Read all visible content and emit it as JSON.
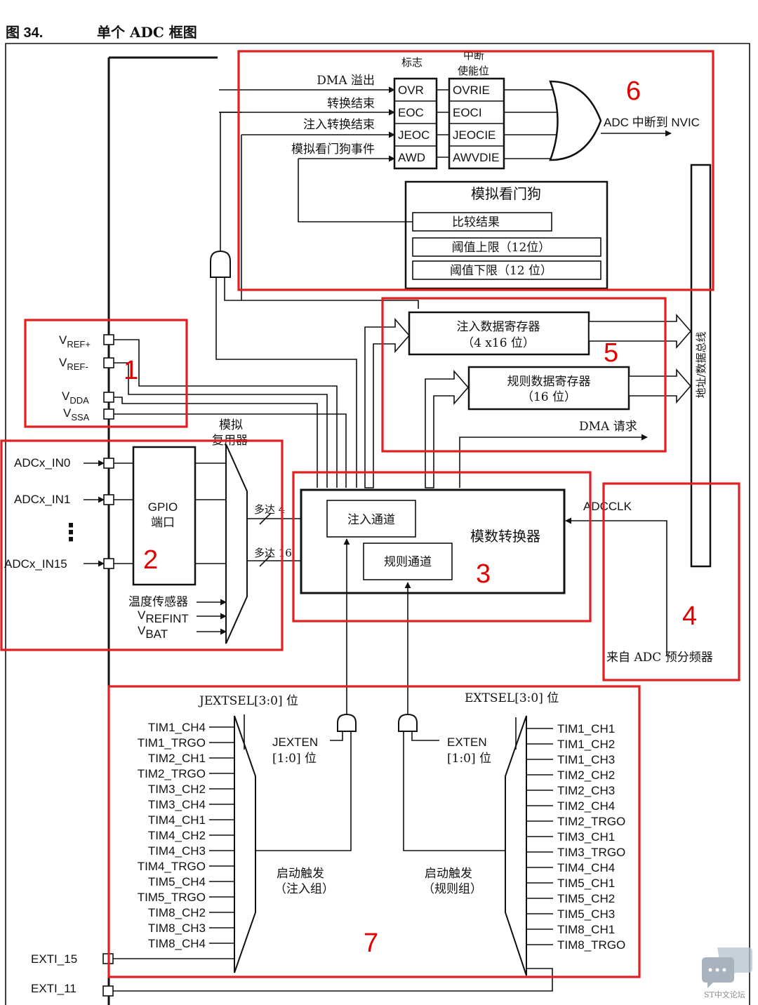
{
  "figure": {
    "number": "图 34.",
    "title": "单个 ADC 框图"
  },
  "flags": {
    "header_flag": "标志",
    "header_enable": "中断\n使能位",
    "inputs": [
      "DMA 溢出",
      "转换结束",
      "注入转换结束",
      "模拟看门狗事件"
    ],
    "status_bits": [
      "OVR",
      "EOC",
      "JEOC",
      "AWD"
    ],
    "enable_bits": [
      "OVRIE",
      "EOCI",
      "JEOCIE",
      "AWVDIE"
    ],
    "output": "ADC 中断到 NVIC"
  },
  "watchdog": {
    "title": "模拟看门狗",
    "rows": [
      "比较结果",
      "阈值上限（12位）",
      "阈值下限（12 位）"
    ]
  },
  "registers": {
    "injected": [
      "注入数据寄存器",
      "（4 x16 位）"
    ],
    "regular": [
      "规则数据寄存器",
      "（16 位）"
    ],
    "dma": "DMA 请求",
    "bus": "地址/数据总线"
  },
  "supply_pins": [
    {
      "main": "V",
      "sub": "REF+"
    },
    {
      "main": "V",
      "sub": "REF-"
    },
    {
      "main": "V",
      "sub": "DDA"
    },
    {
      "main": "V",
      "sub": "SSA"
    }
  ],
  "inputs": {
    "channels": [
      "ADCx_IN0",
      "ADCx_IN1",
      "ADCx_IN15"
    ],
    "ellipsis": "⋮",
    "gpio": [
      "GPIO",
      "端口"
    ],
    "mux_label": [
      "模拟",
      "复用器"
    ],
    "internal": {
      "temp": "温度传感器",
      "vrefint_main": "V",
      "vrefint_sub": "REFINT",
      "vbat_main": "V",
      "vbat_sub": "BAT"
    },
    "upto_injected": "多达 4",
    "upto_regular": "多达 16"
  },
  "converter": {
    "title": "模数转换器",
    "injected_channel": "注入通道",
    "regular_channel": "规则通道",
    "clock": "ADCCLK",
    "clock_source": "来自 ADC 预分频器"
  },
  "triggers": {
    "jextsel": "JEXTSEL[3:0] 位",
    "extsel": "EXTSEL[3:0] 位",
    "jexten": [
      "JEXTEN",
      "[1:0] 位"
    ],
    "exten": [
      "EXTEN",
      "[1:0] 位"
    ],
    "injected_trigger": [
      "启动触发",
      "（注入组）"
    ],
    "regular_trigger": [
      "启动触发",
      "（规则组）"
    ],
    "left_sources": [
      "TIM1_CH4",
      "TIM1_TRGO",
      "TIM2_CH1",
      "TIM2_TRGO",
      "TIM3_CH2",
      "TIM3_CH4",
      "TIM4_CH1",
      "TIM4_CH2",
      "TIM4_CH3",
      "TIM4_TRGO",
      "TIM5_CH4",
      "TIM5_TRGO",
      "TIM8_CH2",
      "TIM8_CH3",
      "TIM8_CH4"
    ],
    "right_sources": [
      "TIM1_CH1",
      "TIM1_CH2",
      "TIM1_CH3",
      "TIM2_CH2",
      "TIM2_CH3",
      "TIM2_CH4",
      "TIM2_TRGO",
      "TIM3_CH1",
      "TIM3_TRGO",
      "TIM4_CH4",
      "TIM5_CH1",
      "TIM5_CH2",
      "TIM5_CH3",
      "TIM8_CH1",
      "TIM8_TRGO"
    ],
    "exti": [
      "EXTI_15",
      "EXTI_11"
    ]
  },
  "region_numbers": [
    "1",
    "2",
    "3",
    "4",
    "5",
    "6",
    "7"
  ],
  "watermark": "ST中文论坛",
  "colors": {
    "highlight": "#e02020",
    "line": "#111111"
  }
}
